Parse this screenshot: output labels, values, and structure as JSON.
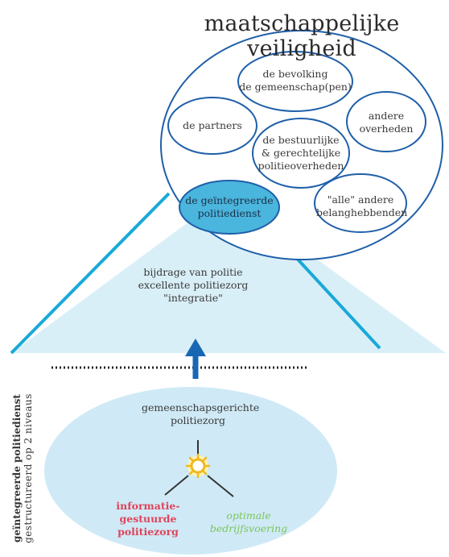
{
  "title": "maatschappelijke veiligheid",
  "stakeholders": {
    "bevolking": "de bevolking\nde gemeenschap(pen)",
    "partners": "de partners",
    "andere_overheden": "andere\noverheden",
    "bestuurlijke": "de bestuurlijke\n& gerechtelijke\npolitieoverheden",
    "politiedienst": "de geïntegreerde\npolitiedienst",
    "alle": "\"alle\" andere\nbelanghebbenden"
  },
  "triangle_text": "bijdrage van politie\nexcellente politiezorg\n\"integratie\"",
  "base": {
    "side_label_1": "geïntegreerde politiedienst",
    "side_label_2": "gestructureerd op 2 niveaus",
    "top": "gemeenschapsgerichte\npolitiezorg",
    "left": "informatie-\ngestuurde\npolitiezorg",
    "right": "optimale\nbedrijfsvoering"
  },
  "colors": {
    "outline": "#1f5fa8",
    "triangle_fill": "#d9eff7",
    "triangle_edge": "#19a9d8",
    "base_fill": "#cfeaf6",
    "highlight": "#4ab5dd",
    "red": "#e0435b",
    "green": "#7cc45a",
    "arrow": "#1767b5"
  }
}
